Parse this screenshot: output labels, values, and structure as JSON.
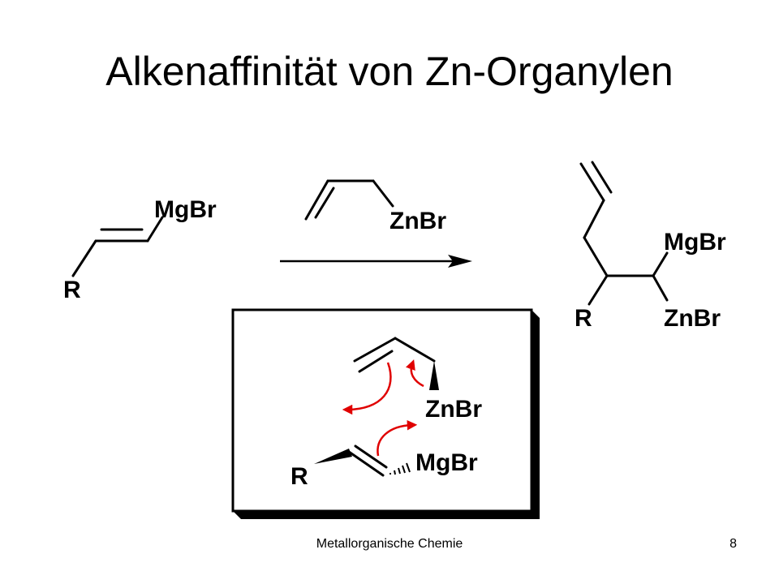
{
  "slide": {
    "title": "Alkenaffinität von Zn-Organylen",
    "footer": "Metallorganische Chemie",
    "page_number": "8"
  },
  "scheme": {
    "reactant_vinyl": {
      "substituent": "R",
      "metal_group": "MgBr"
    },
    "reagent_allyl": {
      "metal_group": "ZnBr"
    },
    "product": {
      "substituent": "R",
      "metal_group_top": "MgBr",
      "metal_group_bottom": "ZnBr"
    },
    "transition_state": {
      "allyl_metal": "ZnBr",
      "vinyl_metal": "MgBr",
      "vinyl_substituent": "R",
      "arrow_color": "#e00000"
    }
  }
}
